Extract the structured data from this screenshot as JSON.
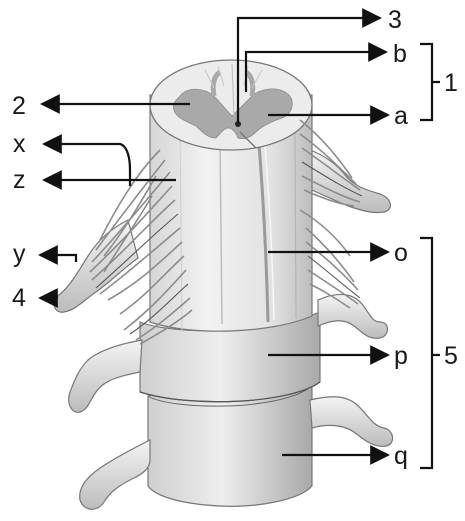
{
  "labels": {
    "n1": "1",
    "n2": "2",
    "n3": "3",
    "n4": "4",
    "n5": "5",
    "a": "a",
    "b": "b",
    "o": "o",
    "p": "p",
    "q": "q",
    "x": "x",
    "y": "y",
    "z": "z"
  },
  "colors": {
    "stroke": "#111111",
    "tissue_light": "#ececec",
    "tissue_mid": "#c9c9c9",
    "grey_matter": "#a9a9a9",
    "background": "#ffffff"
  }
}
